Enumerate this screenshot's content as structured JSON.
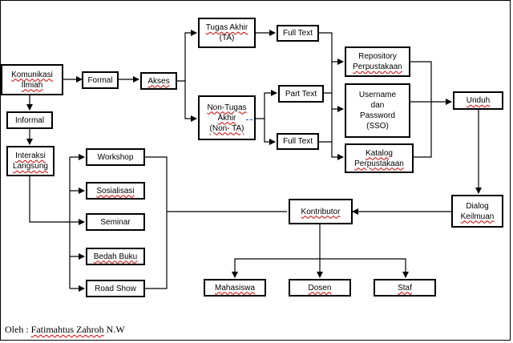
{
  "nodes": {
    "komunikasi": {
      "line1": "Komunikasi",
      "line2": "Ilmiah"
    },
    "formal": "Formal",
    "akses": "Akses",
    "tugas_akhir": {
      "line1": "Tugas Akhir",
      "line2": "(TA)"
    },
    "non_tugas_akhir": {
      "line1": "Non-Tugas",
      "line2": "Akhir",
      "line3": "(Non- TA)"
    },
    "full_text_top": "Full Text",
    "part_text": "Part Text",
    "full_text_bottom": "Full Text",
    "repository": {
      "line1": "Repository",
      "line2": "Perpustakaan"
    },
    "username": {
      "line1": "Username",
      "line2": "dan",
      "line3": "Password",
      "line4": "(SSO)"
    },
    "katalog": {
      "line1": "Katalog",
      "line2": "Perpustakaan"
    },
    "unduh": "Unduh",
    "dialog": {
      "line1": "Dialog",
      "line2": "Keilmuan"
    },
    "informal": "Informal",
    "interaksi": {
      "line1": "Interaksi",
      "line2": "Langsung"
    },
    "workshop": "Workshop",
    "sosialisasi": "Sosialisasi",
    "seminar": "Seminar",
    "bedah_buku": "Bedah Buku",
    "road_show": "Road Show",
    "kontributor": "Kontributor",
    "mahasiswa": "Mahasiswa",
    "dosen": "Dosen",
    "staf": "Staf"
  },
  "credit": {
    "prefix": "Oleh : ",
    "name": "Fatimahtus Zahroh",
    "suffix": " N.W"
  }
}
